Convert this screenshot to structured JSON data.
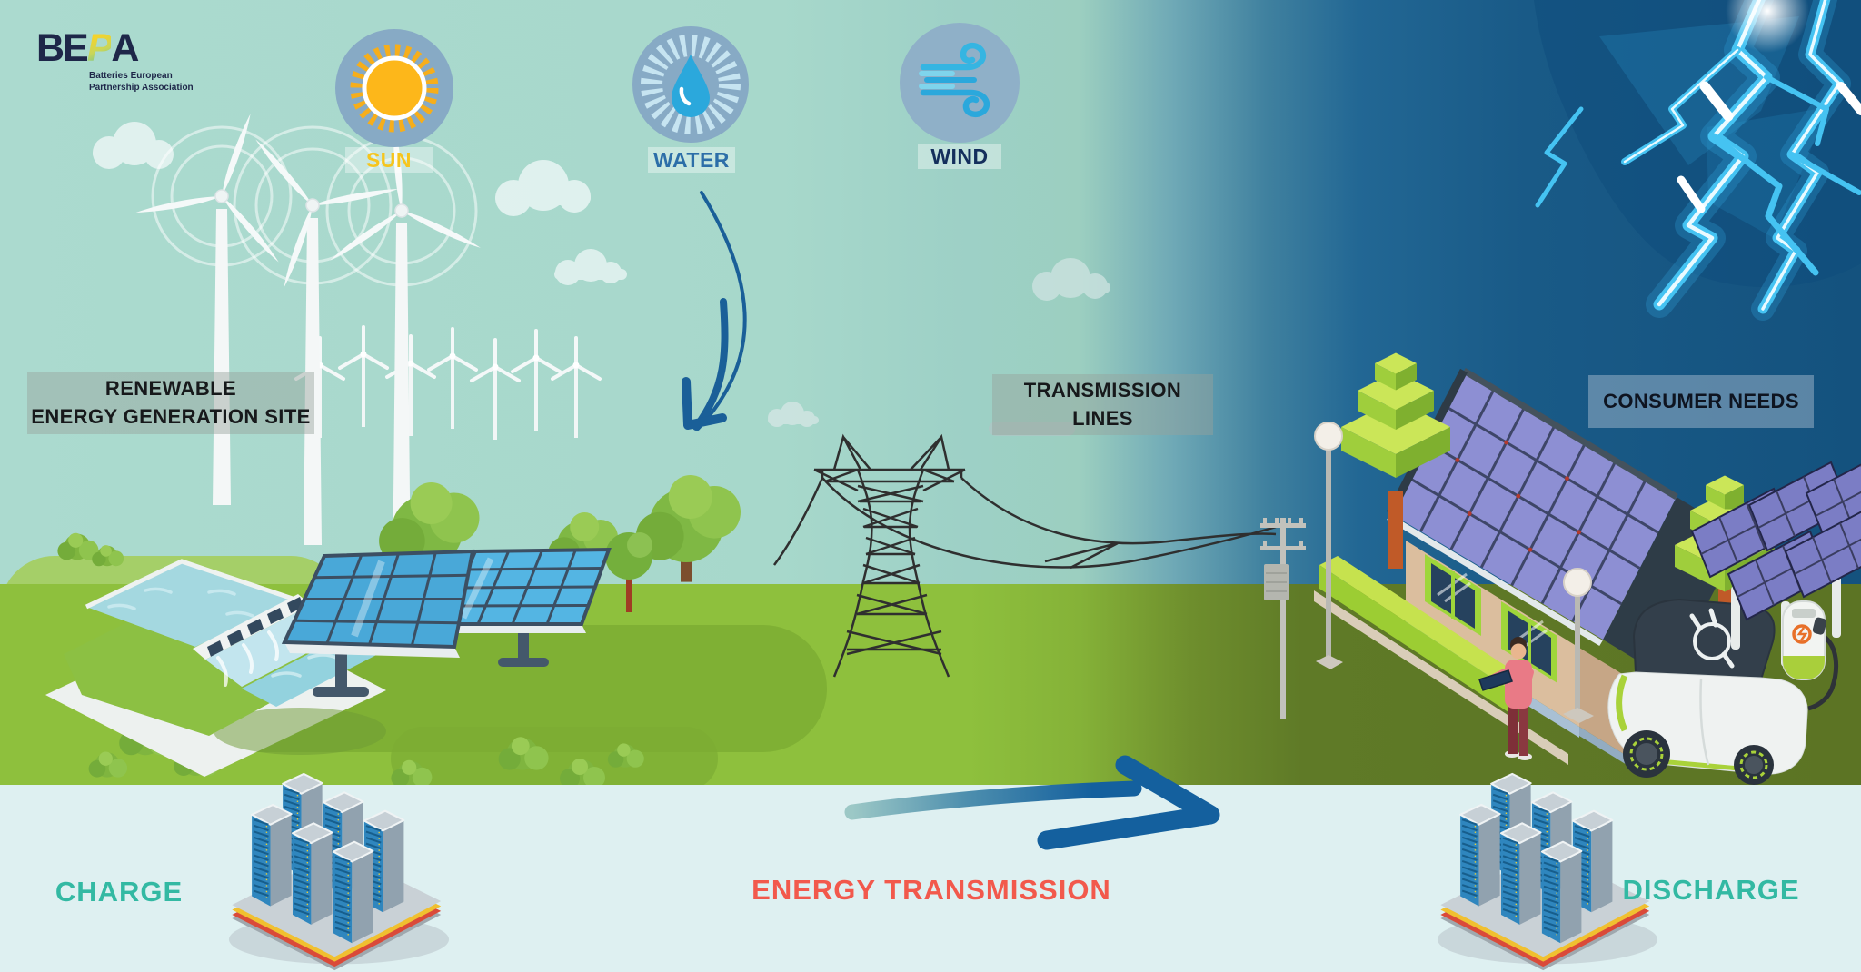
{
  "logo": {
    "brand_prefix": "BE",
    "brand_bolt": "P",
    "brand_suffix": "A",
    "tagline_line1": "Batteries European",
    "tagline_line2": "Partnership Association"
  },
  "energy_sources": {
    "sun": "SUN",
    "water": "WATER",
    "wind": "WIND"
  },
  "section_labels": {
    "site_line1": "RENEWABLE",
    "site_line2": "ENERGY GENERATION SITE",
    "transmission_line1": "TRANSMISSION",
    "transmission_line2": "LINES",
    "consumer": "CONSUMER NEEDS"
  },
  "storage_flow": {
    "charge": "CHARGE",
    "transmission": "ENERGY TRANSMISSION",
    "discharge": "DISCHARGE"
  },
  "icons": {
    "sun_icon": "sun-with-rays",
    "water_icon": "water-droplet-rays",
    "wind_icon": "wind-swirls"
  },
  "colors": {
    "teal_accent": "#33B9A3",
    "coral_accent": "#F2594C",
    "arrow_blue": "#14609E",
    "sun_yellow": "#F6C51D",
    "water_blue": "#2C6EA8",
    "wind_navy": "#142F5C",
    "sky_left": "#A7D9CE",
    "sky_right": "#14527E",
    "ground_left": "#8EC03D",
    "ground_right": "#5C7424",
    "bottom_band": "#DEF0F1"
  }
}
